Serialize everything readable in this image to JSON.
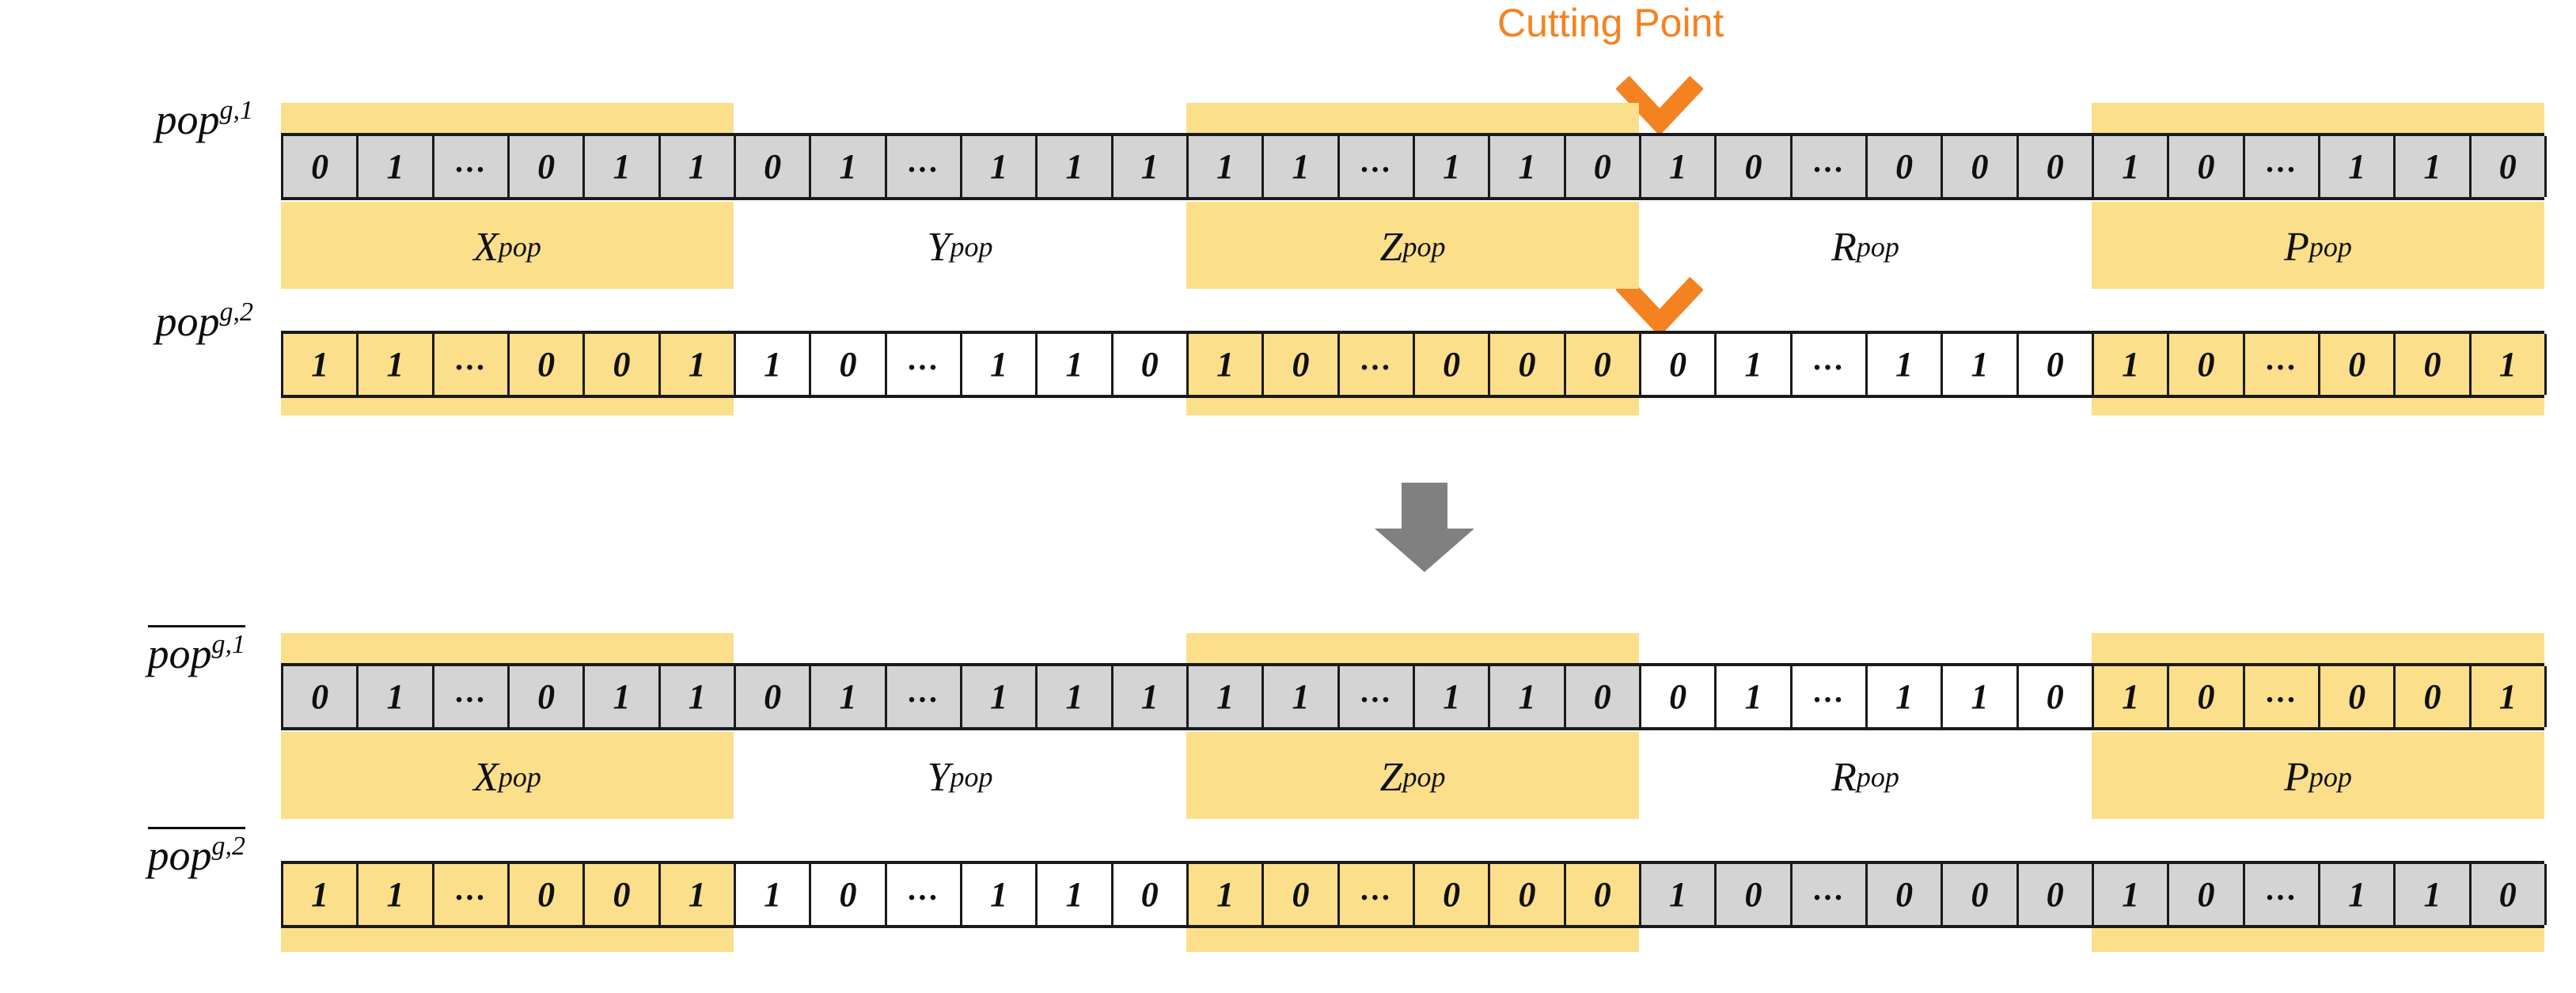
{
  "diagram": {
    "title_annotation": "Cutting Point",
    "accent_color": "#f58220",
    "highlight_color": "#fbdf8b",
    "parent_cell_color": "#d4d4d4",
    "segments": [
      "X",
      "Y",
      "Z",
      "R",
      "P"
    ],
    "segment_subscript": "pop",
    "segment_labels": [
      "X_pop",
      "Y_pop",
      "Z_pop",
      "R_pop",
      "P_pop"
    ],
    "cut_position_segment_index": 3,
    "arrow_glyph": "down-arrow"
  },
  "parents": {
    "row1": {
      "label_base": "pop",
      "label_sup": "g,1",
      "segments": [
        {
          "name": "X_pop",
          "highlighted": true,
          "cells": [
            "0",
            "1",
            "…",
            "0",
            "1",
            "1"
          ]
        },
        {
          "name": "Y_pop",
          "highlighted": false,
          "cells": [
            "0",
            "1",
            "…",
            "1",
            "1",
            "1"
          ]
        },
        {
          "name": "Z_pop",
          "highlighted": true,
          "cells": [
            "1",
            "1",
            "…",
            "1",
            "1",
            "0"
          ]
        },
        {
          "name": "R_pop",
          "highlighted": false,
          "cells": [
            "1",
            "0",
            "…",
            "0",
            "0",
            "0"
          ]
        },
        {
          "name": "P_pop",
          "highlighted": true,
          "cells": [
            "1",
            "0",
            "…",
            "1",
            "1",
            "0"
          ]
        }
      ]
    },
    "row2": {
      "label_base": "pop",
      "label_sup": "g,2",
      "segments": [
        {
          "name": "X_pop",
          "highlighted": true,
          "cells": [
            "1",
            "1",
            "…",
            "0",
            "0",
            "1"
          ]
        },
        {
          "name": "Y_pop",
          "highlighted": false,
          "cells": [
            "1",
            "0",
            "…",
            "1",
            "1",
            "0"
          ]
        },
        {
          "name": "Z_pop",
          "highlighted": true,
          "cells": [
            "1",
            "0",
            "…",
            "0",
            "0",
            "0"
          ]
        },
        {
          "name": "R_pop",
          "highlighted": false,
          "cells": [
            "0",
            "1",
            "…",
            "1",
            "1",
            "0"
          ]
        },
        {
          "name": "P_pop",
          "highlighted": true,
          "cells": [
            "1",
            "0",
            "…",
            "0",
            "0",
            "1"
          ]
        }
      ]
    }
  },
  "offspring": {
    "row1": {
      "label_base": "pop",
      "label_sup": "g,1",
      "overline": true,
      "segments": [
        {
          "name": "X_pop",
          "highlighted": true,
          "source": "parent1",
          "cells": [
            "0",
            "1",
            "…",
            "0",
            "1",
            "1"
          ]
        },
        {
          "name": "Y_pop",
          "highlighted": false,
          "source": "parent1",
          "cells": [
            "0",
            "1",
            "…",
            "1",
            "1",
            "1"
          ]
        },
        {
          "name": "Z_pop",
          "highlighted": true,
          "source": "parent1",
          "cells": [
            "1",
            "1",
            "…",
            "1",
            "1",
            "0"
          ]
        },
        {
          "name": "R_pop",
          "highlighted": false,
          "source": "parent2",
          "cells": [
            "0",
            "1",
            "…",
            "1",
            "1",
            "0"
          ]
        },
        {
          "name": "P_pop",
          "highlighted": true,
          "source": "parent2",
          "cells": [
            "1",
            "0",
            "…",
            "0",
            "0",
            "1"
          ]
        }
      ]
    },
    "row2": {
      "label_base": "pop",
      "label_sup": "g,2",
      "overline": true,
      "segments": [
        {
          "name": "X_pop",
          "highlighted": true,
          "source": "parent2",
          "cells": [
            "1",
            "1",
            "…",
            "0",
            "0",
            "1"
          ]
        },
        {
          "name": "Y_pop",
          "highlighted": false,
          "source": "parent2",
          "cells": [
            "1",
            "0",
            "…",
            "1",
            "1",
            "0"
          ]
        },
        {
          "name": "Z_pop",
          "highlighted": true,
          "source": "parent2",
          "cells": [
            "1",
            "0",
            "…",
            "0",
            "0",
            "0"
          ]
        },
        {
          "name": "R_pop",
          "highlighted": false,
          "source": "parent1",
          "cells": [
            "1",
            "0",
            "…",
            "0",
            "0",
            "0"
          ]
        },
        {
          "name": "P_pop",
          "highlighted": true,
          "source": "parent1",
          "cells": [
            "1",
            "0",
            "…",
            "1",
            "1",
            "0"
          ]
        }
      ]
    }
  }
}
